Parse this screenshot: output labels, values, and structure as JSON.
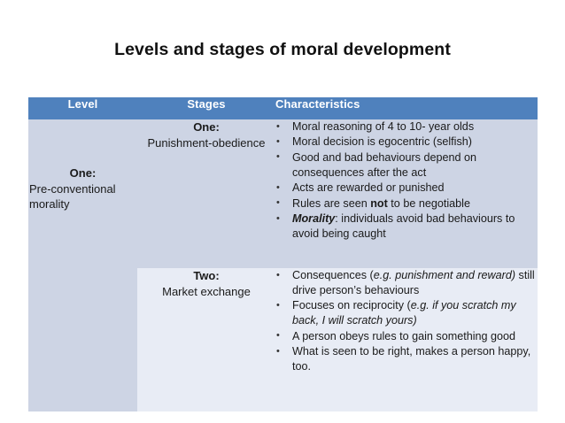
{
  "slide": {
    "title": "Levels and stages of moral development",
    "background_color": "#FFFFFF"
  },
  "colors": {
    "header_blue": "#4F81BD",
    "header_text": "#FFFFFF",
    "row_one_fill": "#CDD4E4",
    "row_two_fill": "#E8ECF5",
    "body_text": "#1A1A1A"
  },
  "table": {
    "headers": {
      "level": "Level",
      "stages": "Stages",
      "characteristics": "Characteristics"
    },
    "level": {
      "number": "One",
      "colon": ":",
      "name": "Pre-conventional morality"
    },
    "rows": [
      {
        "stage": {
          "number": "One:",
          "name": "Punishment-obedience"
        },
        "characteristics": [
          {
            "parts": [
              {
                "text": "Moral reasoning of 4 to 10- year olds",
                "style": "normal"
              }
            ]
          },
          {
            "parts": [
              {
                "text": "Moral decision is egocentric (selfish)",
                "style": "normal"
              }
            ]
          },
          {
            "parts": [
              {
                "text": "Good and bad behaviours depend on consequences after the act",
                "style": "normal"
              }
            ]
          },
          {
            "parts": [
              {
                "text": "Acts are rewarded or punished",
                "style": "normal"
              }
            ]
          },
          {
            "parts": [
              {
                "text": "Rules are seen ",
                "style": "normal"
              },
              {
                "text": "not",
                "style": "bold"
              },
              {
                "text": " to be negotiable",
                "style": "normal"
              }
            ]
          },
          {
            "parts": [
              {
                "text": "Morality",
                "style": "bold-italic"
              },
              {
                "text": ":  individuals avoid bad behaviours to avoid being caught",
                "style": "normal"
              }
            ]
          }
        ]
      },
      {
        "stage": {
          "number": "Two:",
          "name": "Market exchange"
        },
        "characteristics": [
          {
            "parts": [
              {
                "text": "Consequences (",
                "style": "normal"
              },
              {
                "text": "e.g. punishment and reward)",
                "style": "italic"
              },
              {
                "text": " still drive person’s behaviours",
                "style": "normal"
              }
            ]
          },
          {
            "parts": [
              {
                "text": "Focuses on reciprocity (",
                "style": "normal"
              },
              {
                "text": "e.g. if you scratch my back, I will scratch yours)",
                "style": "italic"
              }
            ]
          },
          {
            "parts": [
              {
                "text": "A person obeys rules to gain something good",
                "style": "normal"
              }
            ]
          },
          {
            "parts": [
              {
                "text": "What is seen to be right,  makes a person happy, too.",
                "style": "normal"
              }
            ]
          }
        ]
      }
    ]
  }
}
